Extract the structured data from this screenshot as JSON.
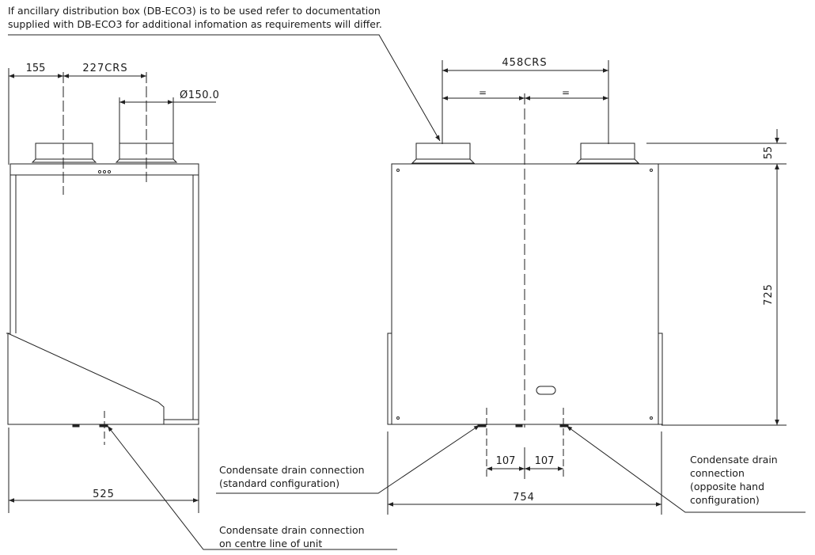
{
  "notes": {
    "ancillary": {
      "line1": "If ancillary distribution box (DB-ECO3) is to be used refer to documentation",
      "line2": "supplied with DB-ECO3 for additional infomation as requirements will differ."
    },
    "drain_standard": {
      "line1": "Condensate drain connection",
      "line2": "(standard configuration)"
    },
    "drain_centre": {
      "line1": "Condensate drain connection",
      "line2": "on centre line of unit"
    },
    "drain_opposite": {
      "line1": "Condensate drain",
      "line2": "connection",
      "line3": "(opposite hand",
      "line4": "configuration)"
    }
  },
  "dimensions": {
    "side_offset": "155",
    "side_spigot_crs": "227CRS",
    "spigot_diameter": "Ø150.0",
    "side_depth": "525",
    "front_spigot_crs": "458CRS",
    "equal_left": "=",
    "equal_right": "=",
    "spigot_height": "55",
    "unit_height": "725",
    "drain_left": "107",
    "drain_right": "107",
    "unit_width": "754"
  }
}
